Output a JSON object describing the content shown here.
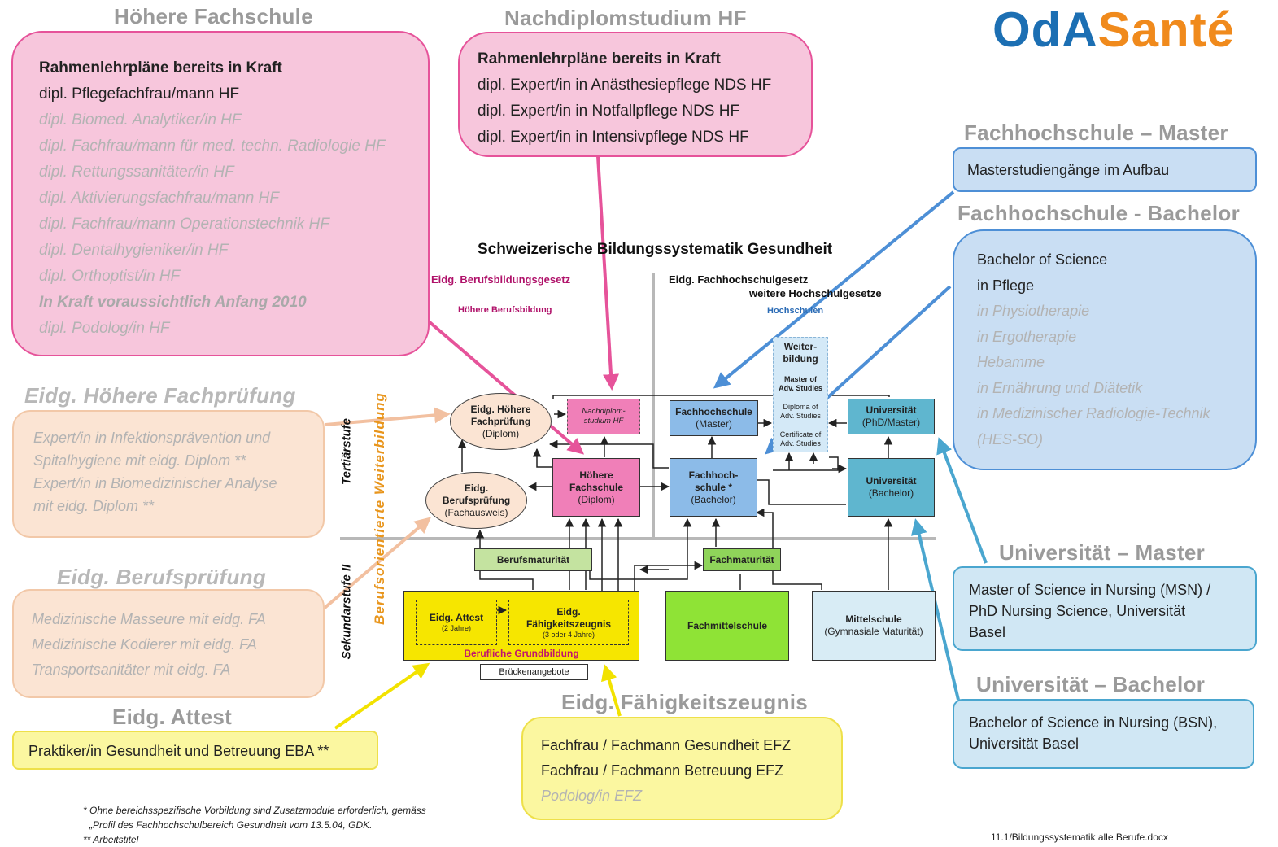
{
  "logo": {
    "text_a": "OdA",
    "text_b": "Santé",
    "color_a": "#1c6fb3",
    "color_b": "#f08a1c"
  },
  "hoehere_fachschule": {
    "title": "Höhere Fachschule",
    "heading": "Rahmenlehrpläne bereits in Kraft",
    "items": [
      "dipl. Pflegefachfrau/mann HF",
      "dipl. Biomed. Analytiker/in HF",
      "dipl. Fachfrau/mann für med. techn. Radiologie HF",
      "dipl. Rettungssanitäter/in HF",
      "dipl. Aktivierungsfachfrau/mann HF",
      "dipl. Fachfrau/mann Operationstechnik HF",
      "dipl. Dentalhygieniker/in HF",
      "dipl. Orthoptist/in HF",
      "In Kraft voraussichtlich Anfang 2010",
      "dipl. Podolog/in HF"
    ]
  },
  "nachdiplom": {
    "title": "Nachdiplomstudium HF",
    "heading": "Rahmenlehrpläne bereits in Kraft",
    "items": [
      "dipl. Expert/in in Anästhesiepflege NDS HF",
      "dipl. Expert/in in Notfallpflege NDS HF",
      "dipl. Expert/in in Intensivpflege NDS HF"
    ]
  },
  "fh_master": {
    "title": "Fachhochschule – Master",
    "items": [
      "Masterstudiengänge im Aufbau"
    ]
  },
  "fh_bachelor": {
    "title": "Fachhochschule - Bachelor",
    "items": [
      "Bachelor of Science",
      "in Pflege",
      "in Physiotherapie",
      "in Ergotherapie",
      "Hebamme",
      "in Ernährung und Diätetik",
      "in Medizinischer Radiologie-Technik",
      "(HES-SO)"
    ]
  },
  "hfp": {
    "title": "Eidg. Höhere Fachprüfung",
    "items": [
      "Expert/in in Infektionsprävention und",
      "Spitalhygiene mit eidg. Diplom **",
      "Expert/in in Biomedizinischer Analyse",
      "mit eidg. Diplom **"
    ]
  },
  "bp": {
    "title": "Eidg. Berufsprüfung",
    "items": [
      "Medizinische Masseure mit eidg. FA",
      "Medizinische Kodierer mit eidg. FA",
      "Transportsanitäter mit eidg. FA"
    ]
  },
  "attest": {
    "title": "Eidg. Attest",
    "items": [
      "Praktiker/in Gesundheit und Betreuung EBA **"
    ]
  },
  "efz": {
    "title": "Eidg. Fähigkeitszeugnis",
    "items": [
      "Fachfrau / Fachmann Gesundheit EFZ",
      "Fachfrau / Fachmann Betreuung EFZ",
      "Podolog/in EFZ"
    ]
  },
  "uni_master": {
    "title": "Universität – Master",
    "items": [
      "Master of Science in Nursing (MSN) /",
      "PhD Nursing Science, Universität",
      "Basel"
    ]
  },
  "uni_bachelor": {
    "title": "Universität – Bachelor",
    "items": [
      "Bachelor of Science in Nursing (BSN),",
      "Universität Basel"
    ]
  },
  "diagram": {
    "title": "Schweizerische Bildungssystematik Gesundheit",
    "law_left": "Eidg. Berufsbildungsgesetz",
    "law_right": "Eidg. Fachhochschulgesetz",
    "law_right2": "weitere Hochschulgesetze",
    "sub_left": "Höhere Berufsbildung",
    "sub_right": "Hochschulen",
    "vertical_orange": "Berufsorientierte Weiterbildung",
    "tertiaer": "Tertiärstufe",
    "sek2": "Sekundarstufe II",
    "nodes": {
      "hfp": [
        "Eidg. Höhere",
        "Fachprüfung",
        "(Diplom)"
      ],
      "bp": [
        "Eidg.",
        "Berufsprüfung",
        "(Fachausweis)"
      ],
      "nds": [
        "Nachdiplom-",
        "studium HF"
      ],
      "hf": [
        "Höhere",
        "Fachschule",
        "(Diplom)"
      ],
      "fh_master": [
        "Fachhochschule",
        "(Master)"
      ],
      "fh_bachelor": [
        "Fachhoch-",
        "schule *",
        "(Bachelor)"
      ],
      "weiter_title": [
        "Weiter-",
        "bildung"
      ],
      "mas": [
        "Master of",
        "Adv. Studies"
      ],
      "das": [
        "Diploma of",
        "Adv. Studies"
      ],
      "cas": [
        "Certificate of",
        "Adv. Studies"
      ],
      "uni_master": [
        "Universität",
        "(PhD/Master)"
      ],
      "uni_bachelor": [
        "Universität",
        "(Bachelor)"
      ],
      "bm": "Berufsmaturität",
      "fm": "Fachmaturität",
      "attest_a": "Eidg. Attest",
      "attest_b": "(2 Jahre)",
      "efz_a": [
        "Eidg.",
        "Fähigkeitszeugnis"
      ],
      "efz_b": "(3 oder 4 Jahre)",
      "grundbildung": "Berufliche Grundbildung",
      "bruecken": "Brückenangebote",
      "fms": "Fachmittelschule",
      "mittelschule": [
        "Mittelschule",
        "(Gymnasiale Maturität)"
      ]
    }
  },
  "footnotes": [
    "* Ohne bereichsspezifische Vorbildung sind Zusatzmodule erforderlich, gemäss",
    "„Profil des Fachhochschulbereich Gesundheit vom 13.5.04, GDK.",
    "** Arbeitstitel"
  ],
  "file_ref": "11.1/Bildungssystematik alle Berufe.docx"
}
